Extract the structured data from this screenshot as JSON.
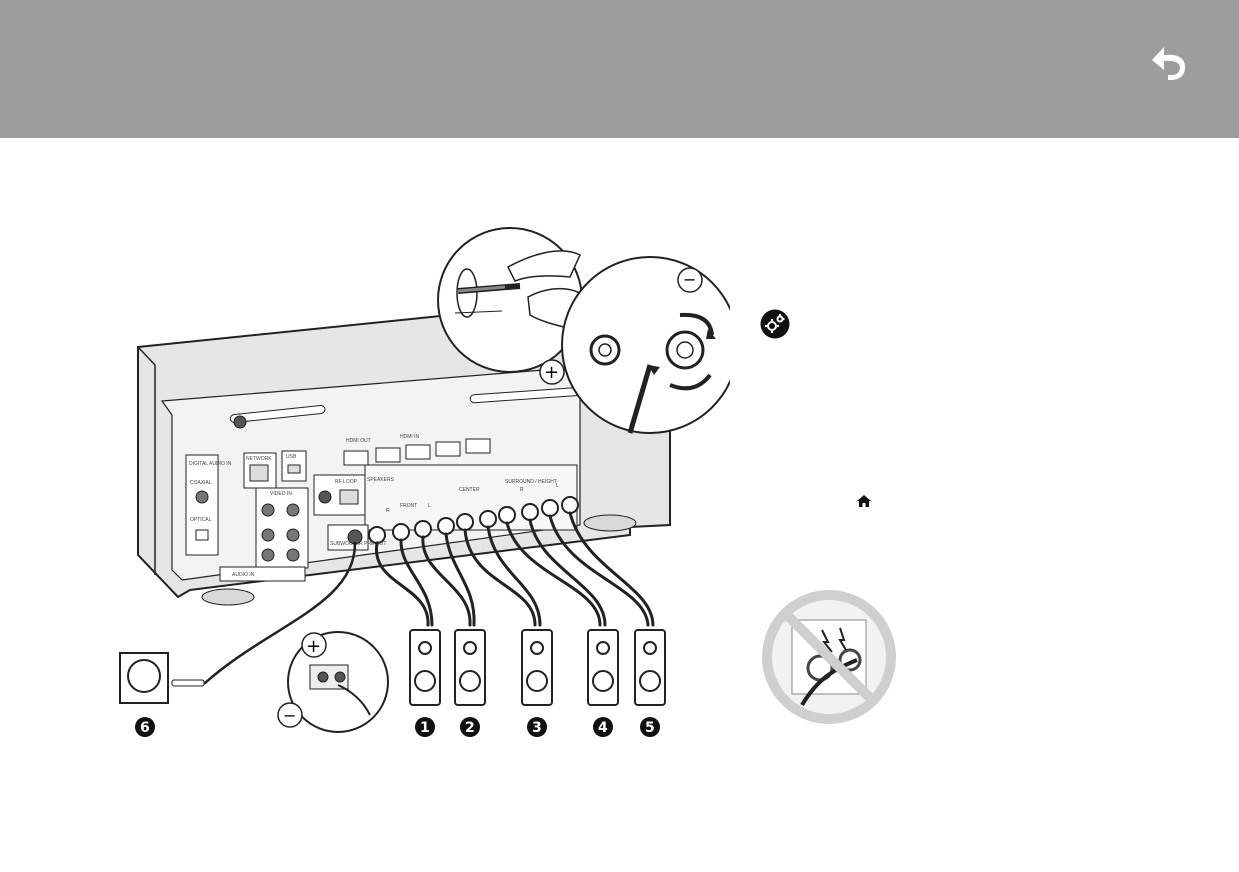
{
  "header": {
    "back_icon": "undo-arrow-icon",
    "background": "#9d9d9d"
  },
  "diagram": {
    "jacks": {
      "digital_audio_in": "DIGITAL AUDIO IN",
      "coaxial": "COAXIAL",
      "optical": "OPTICAL",
      "network": "NETWORK",
      "usb": "USB",
      "video_in": "VIDEO IN",
      "audio_in": "AUDIO IN",
      "hdmi_out": "HDMI OUT",
      "hdmi_in": "HDMI IN",
      "rf_loop": "RF LOOP",
      "subwoofer_pre_out": "SUBWOOFER PRE OUT",
      "speakers": "SPEAKERS"
    },
    "speaker_groups": {
      "front": "FRONT",
      "center": "CENTER",
      "surround_height": "SURROUND / HEIGHT"
    },
    "channel_letters": {
      "right": "R",
      "left": "L"
    },
    "terminals": {
      "plus": "+",
      "minus": "−"
    },
    "speaker_numbers": [
      "1",
      "2",
      "3",
      "4",
      "5",
      "6"
    ]
  },
  "side": {
    "settings_icon": "gears-icon",
    "home_icon": "home-icon",
    "warning_icon": "no-short-circuit-icon"
  }
}
